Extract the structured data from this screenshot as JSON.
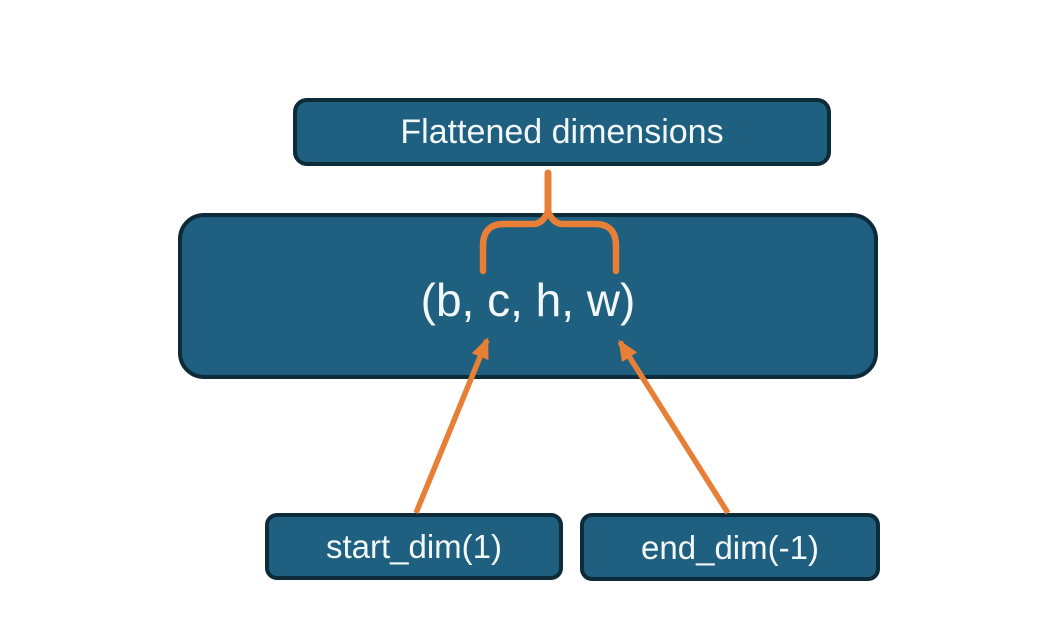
{
  "diagram": {
    "title_box": {
      "label": "Flattened dimensions"
    },
    "tensor_box": {
      "label": "(b, c, h, w)"
    },
    "start_dim_box": {
      "label": "start_dim(1)"
    },
    "end_dim_box": {
      "label": "end_dim(-1)"
    }
  },
  "colors": {
    "box_fill": "#1F5F7F",
    "box_border": "#0D2B39",
    "accent_orange": "#E87F37",
    "text": "#F2F7F8",
    "background": "#FFFFFF"
  }
}
